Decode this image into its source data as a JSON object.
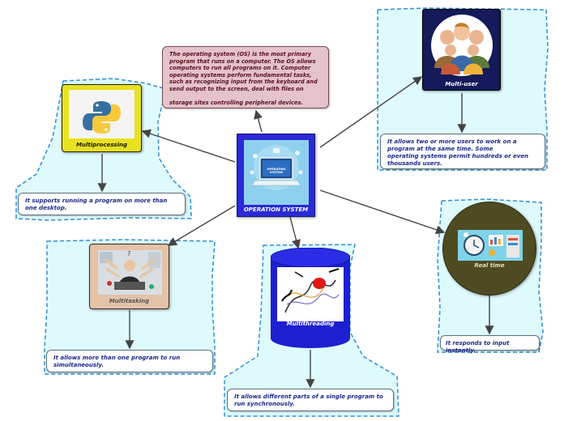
{
  "center": {
    "label": "OPERATION SYSTEM",
    "screen_text": "OPERATING SYSTEM"
  },
  "definition": "The operating system (OS) is the most primary program that runs on a computer. The OS allows computers to run all programs on it. Computer operating systems perform fundamental tasks, such as recognizing input from the keyboard and send output to the screen, deal with files on\n\nstorage sites controlling peripheral devices.",
  "nodes": {
    "multiprocessing": {
      "label": "Multiprocessing",
      "desc": "It supports running a program on more than one desktop."
    },
    "multiuser": {
      "label": "Multi-user",
      "desc": "It allows two or more users to work on a program at the same time. Some\noperating systems permit hundreds or even thousands users."
    },
    "multitasking": {
      "label": "Multitasking",
      "desc": "It allows more than one program to run simultaneously."
    },
    "multithreading": {
      "label": "Multithreading",
      "desc": "It allows different parts of a single program to run synchronously."
    },
    "realtime": {
      "label": "Real time",
      "desc": "It responds to input instantly."
    }
  },
  "colors": {
    "blob_fill": "#dffafd",
    "blob_stroke": "#2f8fd0",
    "center_fill": "#2a2ad6",
    "multiprocessing_fill": "#e8e21f",
    "multitasking_fill": "#e3c2a8",
    "multithreading_fill": "#1d1fd0",
    "realtime_fill": "#4e4b22",
    "multiuser_fill": "#141a5a",
    "definition_fill": "#e4c3ca"
  }
}
